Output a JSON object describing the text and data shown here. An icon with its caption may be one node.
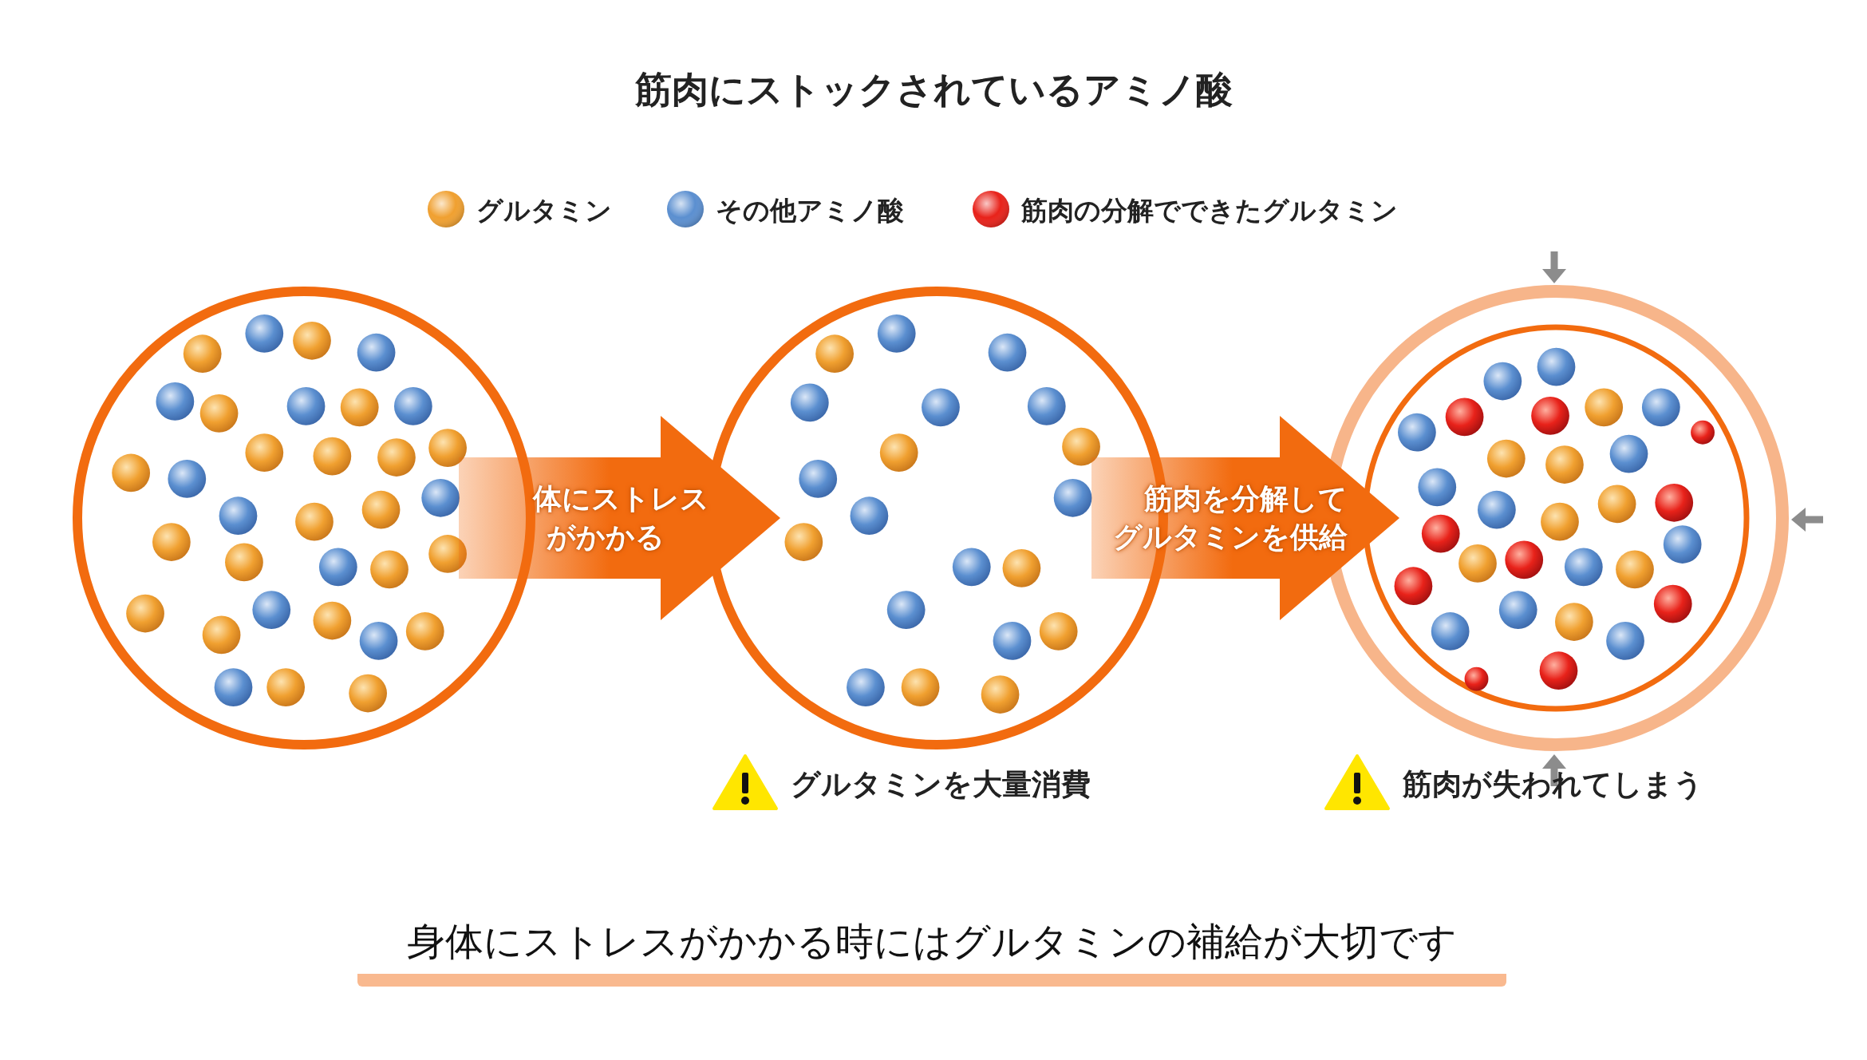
{
  "diagram": {
    "title": "筋肉にストックされているアミノ酸",
    "nodes": [
      {
        "text": [],
        "shape": "circle"
      },
      {
        "text": [],
        "shape": "circle",
        "beside": [
          "グルタミンを大量消費"
        ]
      },
      {
        "text": [],
        "shape": "circle",
        "beside": [
          "筋肉が失われてしまう"
        ]
      }
    ],
    "edges": [
      {
        "from": 0,
        "to": 1,
        "arrow": "to",
        "label": "体にストレスがかかる",
        "style": "thick",
        "color": "#f26b0f"
      },
      {
        "from": 1,
        "to": 2,
        "arrow": "to",
        "label": "筋肉を分解してグルタミンを供給",
        "style": "thick",
        "color": "#f26b0f"
      }
    ],
    "legend": [
      {
        "text": "グルタミン",
        "color": "#f0a030"
      },
      {
        "text": "その他アミノ酸",
        "color": "#5b8fd0"
      },
      {
        "text": "筋肉の分解でできたグルタミン",
        "color": "#e8221a"
      }
    ],
    "caption": "身体にストレスがかかる時にはグルタミンの補給が大切です"
  }
}
